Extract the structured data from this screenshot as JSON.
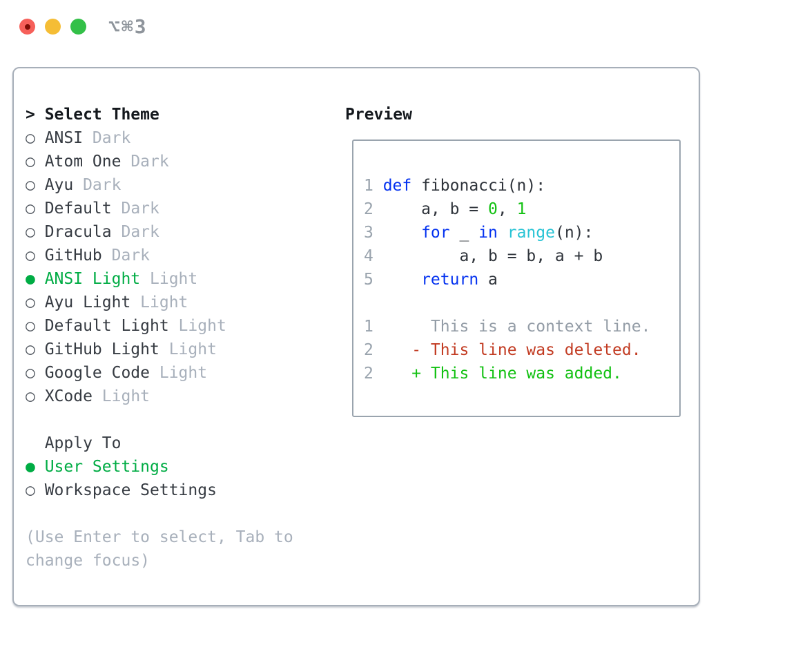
{
  "window": {
    "title": "⌥⌘3"
  },
  "left": {
    "prompt": ">",
    "title": "Select Theme",
    "themes": [
      {
        "name": "ANSI",
        "variant": "Dark",
        "selected": false
      },
      {
        "name": "Atom One",
        "variant": "Dark",
        "selected": false
      },
      {
        "name": "Ayu",
        "variant": "Dark",
        "selected": false
      },
      {
        "name": "Default",
        "variant": "Dark",
        "selected": false
      },
      {
        "name": "Dracula",
        "variant": "Dark",
        "selected": false
      },
      {
        "name": "GitHub",
        "variant": "Dark",
        "selected": false
      },
      {
        "name": "ANSI Light",
        "variant": "Light",
        "selected": true
      },
      {
        "name": "Ayu Light",
        "variant": "Light",
        "selected": false
      },
      {
        "name": "Default Light",
        "variant": "Light",
        "selected": false
      },
      {
        "name": "GitHub Light",
        "variant": "Light",
        "selected": false
      },
      {
        "name": "Google Code",
        "variant": "Light",
        "selected": false
      },
      {
        "name": "XCode",
        "variant": "Light",
        "selected": false
      }
    ],
    "apply_to": {
      "title": "Apply To",
      "options": [
        {
          "label": "User Settings",
          "selected": true
        },
        {
          "label": "Workspace Settings",
          "selected": false
        }
      ]
    },
    "hint_lines": [
      "(Use Enter to select, Tab to",
      "change focus)"
    ]
  },
  "preview": {
    "title": "Preview",
    "lines": [
      {
        "num": "1",
        "tokens": [
          [
            "def",
            "kw"
          ],
          [
            " fibonacci(n):",
            "fg"
          ]
        ]
      },
      {
        "num": "2",
        "tokens": [
          [
            "    a, b = ",
            "fg"
          ],
          [
            "0",
            "num"
          ],
          [
            ", ",
            "fg"
          ],
          [
            "1",
            "num"
          ]
        ]
      },
      {
        "num": "3",
        "tokens": [
          [
            "    ",
            "fg"
          ],
          [
            "for",
            "kw"
          ],
          [
            " _ ",
            "fg"
          ],
          [
            "in",
            "kw"
          ],
          [
            " ",
            "fg"
          ],
          [
            "range",
            "fn"
          ],
          [
            "(n):",
            "fg"
          ]
        ]
      },
      {
        "num": "4",
        "tokens": [
          [
            "        a, b = b, a + b",
            "fg"
          ]
        ]
      },
      {
        "num": "5",
        "tokens": [
          [
            "    ",
            "fg"
          ],
          [
            "return",
            "kw"
          ],
          [
            " a",
            "fg"
          ]
        ]
      },
      {
        "num": "",
        "tokens": []
      },
      {
        "num": "1",
        "tokens": [
          [
            "     This is a context line.",
            "ctx"
          ]
        ]
      },
      {
        "num": "2",
        "tokens": [
          [
            "   - This line was deleted.",
            "del"
          ]
        ]
      },
      {
        "num": "2",
        "tokens": [
          [
            "   + This line was added.",
            "add"
          ]
        ]
      }
    ]
  },
  "colors": {
    "accent_green": "#00ac44",
    "keyword_blue": "#0432f0",
    "function_cyan": "#27c3d4",
    "literal_green": "#12c112",
    "added_green": "#12c112",
    "deleted_red": "#c23b22",
    "context_gray": "#939ca6",
    "linenum_gray": "#99a3ad",
    "muted_gray": "#a8b0bb",
    "text_dark": "#2f343b",
    "traffic_red": "#f6605a",
    "traffic_red_dot": "#7f0d05",
    "traffic_yellow": "#f5bd35",
    "traffic_green": "#33c048"
  }
}
